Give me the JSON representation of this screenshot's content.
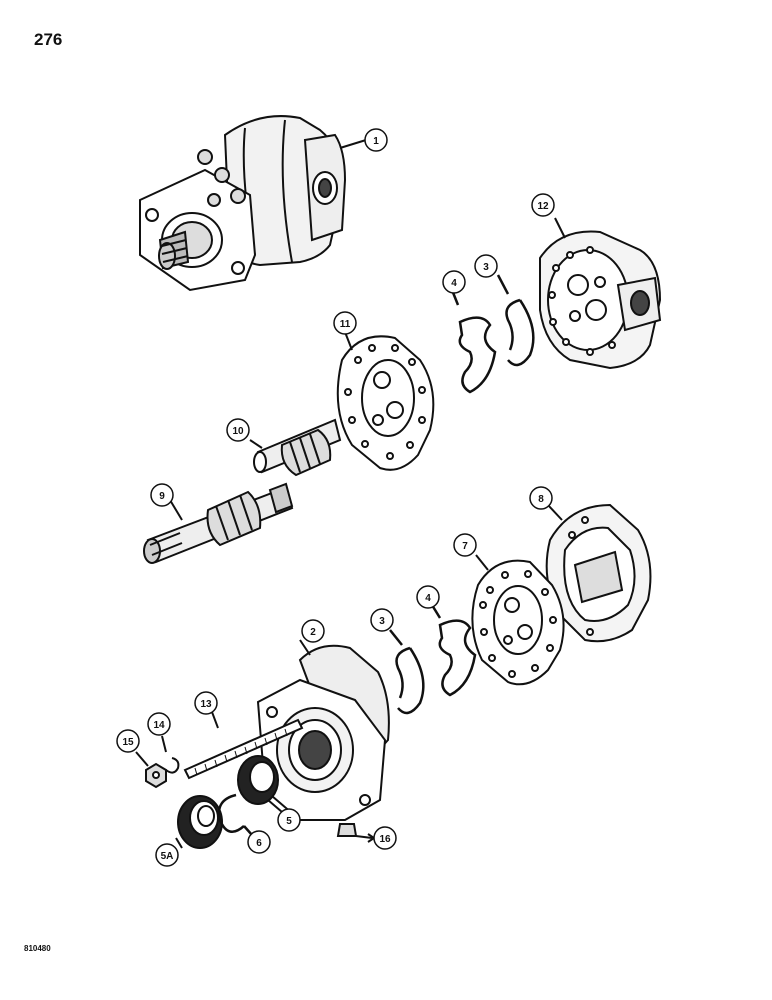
{
  "page": {
    "number": "276",
    "figure_id": "810480"
  },
  "callouts": [
    {
      "label": "1",
      "part": "hydraulic-pump-assembly"
    },
    {
      "label": "12",
      "part": "rear-housing"
    },
    {
      "label": "3",
      "part": "seal-ring-upper"
    },
    {
      "label": "4",
      "part": "seal-upper"
    },
    {
      "label": "11",
      "part": "wear-plate-upper"
    },
    {
      "label": "10",
      "part": "idler-gear-shaft"
    },
    {
      "label": "9",
      "part": "drive-gear-shaft"
    },
    {
      "label": "8",
      "part": "gear-housing"
    },
    {
      "label": "7",
      "part": "wear-plate-lower"
    },
    {
      "label": "4",
      "part": "seal-lower"
    },
    {
      "label": "3",
      "part": "seal-ring-lower"
    },
    {
      "label": "2",
      "part": "front-housing"
    },
    {
      "label": "13",
      "part": "stud"
    },
    {
      "label": "14",
      "part": "lock-washer"
    },
    {
      "label": "15",
      "part": "nut"
    },
    {
      "label": "5A",
      "part": "oil-seal-outer"
    },
    {
      "label": "6",
      "part": "snap-ring"
    },
    {
      "label": "5",
      "part": "oil-seal"
    },
    {
      "label": "16",
      "part": "plug"
    }
  ]
}
